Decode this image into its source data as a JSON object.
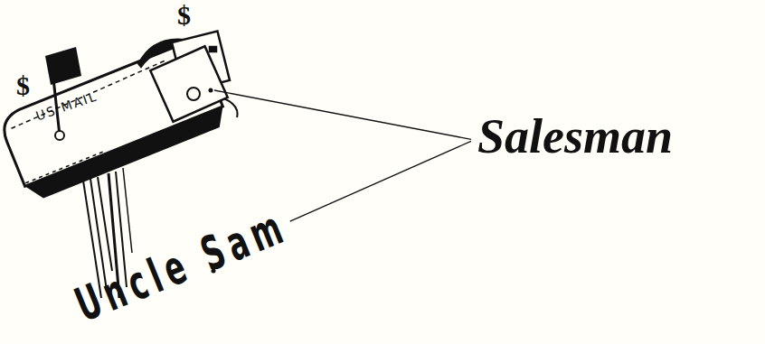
{
  "diagram": {
    "labels": [
      "$",
      "$",
      "US MAIL",
      "Salesman",
      "Uncle Sam"
    ]
  }
}
